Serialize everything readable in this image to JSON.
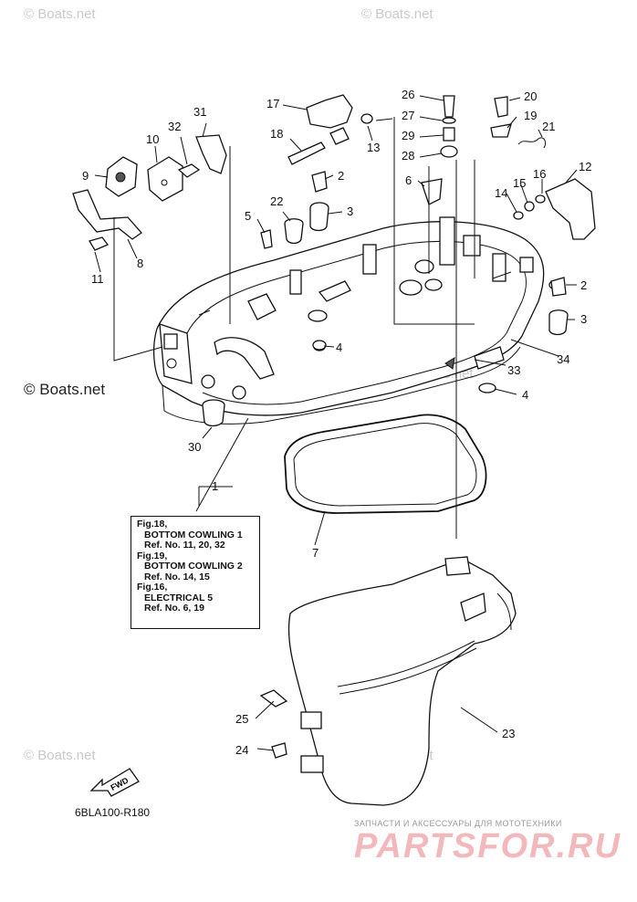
{
  "watermarks": {
    "corner": "© Boats.net",
    "main": "© Boats.net"
  },
  "callouts": [
    "1",
    "2",
    "3",
    "4",
    "5",
    "6",
    "7",
    "8",
    "9",
    "10",
    "11",
    "12",
    "13",
    "14",
    "15",
    "16",
    "17",
    "18",
    "19",
    "20",
    "21",
    "22",
    "23",
    "24",
    "25",
    "26",
    "27",
    "28",
    "29",
    "30",
    "31",
    "32",
    "33",
    "34"
  ],
  "reference_box": {
    "lines": [
      "Fig.18,",
      "BOTTOM COWLING 1",
      "Ref. No. 11, 20, 32",
      "Fig.19,",
      "BOTTOM COWLING 2",
      "Ref. No. 14, 15",
      "Fig.16,",
      "ELECTRICAL 5",
      "Ref. No. 6, 19"
    ]
  },
  "fwd_label": "FWD",
  "diagram_code": "6BLA100-R180",
  "brand": {
    "tagline": "ЗАПЧАСТИ И АКСЕССУАРЫ ДЛЯ МОТОТЕХНИКИ",
    "name": "PARTSFOR.RU"
  }
}
